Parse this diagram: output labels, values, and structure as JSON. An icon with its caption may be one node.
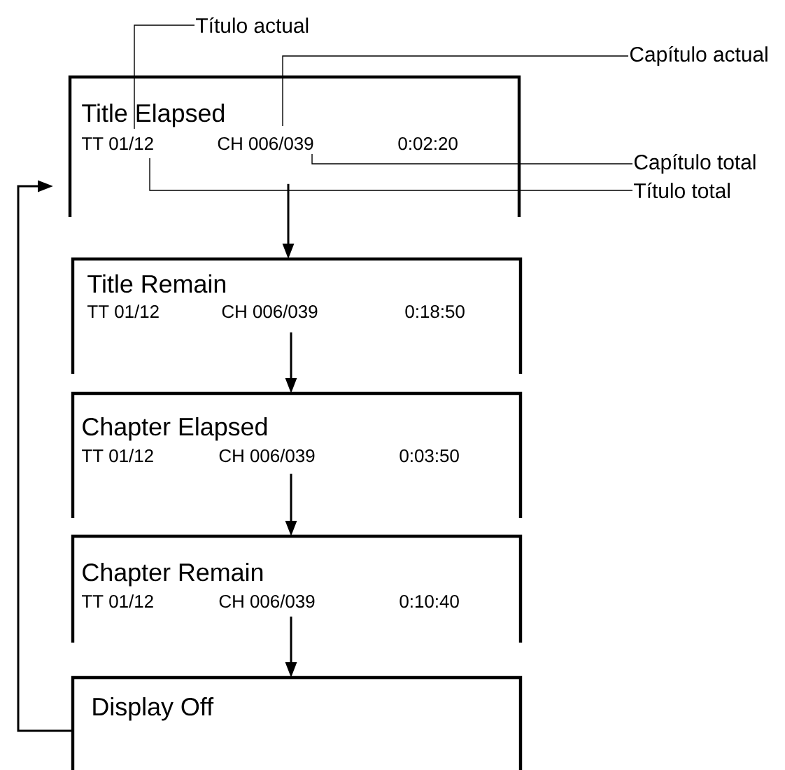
{
  "diagram": {
    "nodes": [
      {
        "text": [
          "Title Elapsed",
          "TT 01/12",
          "CH 006/039",
          "0:02:20"
        ]
      },
      {
        "text": [
          "Title Remain",
          "TT 01/12",
          "CH 006/039",
          "0:18:50"
        ]
      },
      {
        "text": [
          "Chapter Elapsed",
          "TT 01/12",
          "CH 006/039",
          "0:03:50"
        ]
      },
      {
        "text": [
          "Chapter Remain",
          "TT 01/12",
          "CH 006/039",
          "0:10:40"
        ]
      },
      {
        "text": [
          "Display Off"
        ]
      },
      {
        "text": [
          "Título actual"
        ]
      },
      {
        "text": [
          "Capítulo actual"
        ]
      },
      {
        "text": [
          "Capítulo total"
        ]
      },
      {
        "text": [
          "Título total"
        ]
      }
    ],
    "edges": [
      {
        "from": 0,
        "to": 1,
        "arrow": "to"
      },
      {
        "from": 1,
        "to": 2,
        "arrow": "to"
      },
      {
        "from": 2,
        "to": 3,
        "arrow": "to"
      },
      {
        "from": 3,
        "to": 4,
        "arrow": "to"
      },
      {
        "from": 4,
        "to": 0,
        "arrow": "to"
      },
      {
        "from": 5,
        "to": 0,
        "arrow": "none"
      },
      {
        "from": 6,
        "to": 0,
        "arrow": "none"
      },
      {
        "from": 7,
        "to": 0,
        "arrow": "none"
      },
      {
        "from": 8,
        "to": 0,
        "arrow": "none"
      }
    ]
  }
}
